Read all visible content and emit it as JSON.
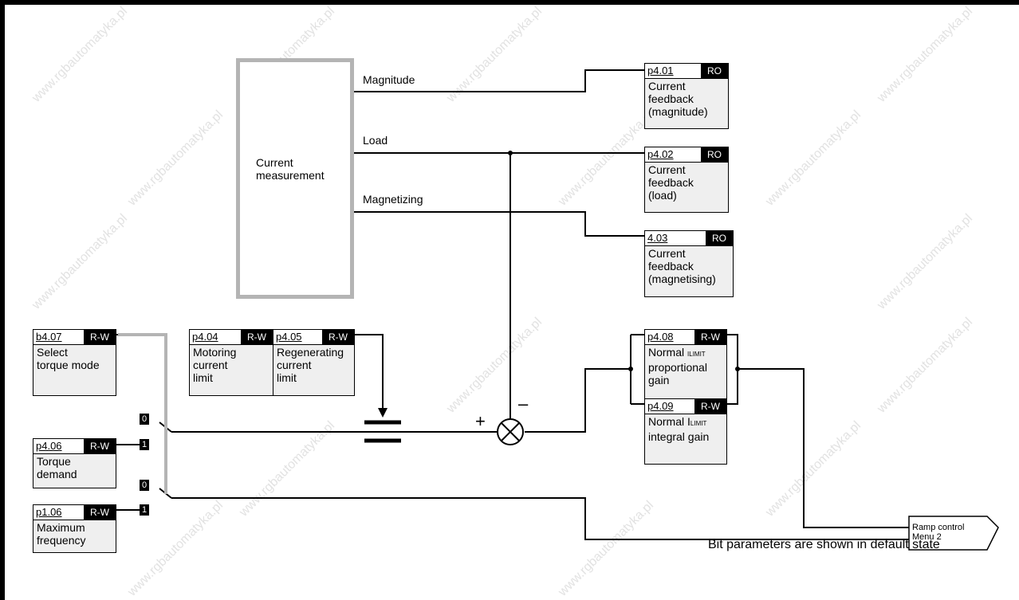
{
  "current_measurement": {
    "line1": "Current",
    "line2": "measurement"
  },
  "outputs": {
    "magnitude": "Magnitude",
    "load": "Load",
    "magnetizing": "Magnetizing"
  },
  "params": {
    "p401": {
      "id": "p4.01",
      "access": "RO",
      "desc": [
        "Current",
        "feedback",
        "(magnitude)"
      ]
    },
    "p402": {
      "id": "p4.02",
      "access": "RO",
      "desc": [
        "Current",
        "feedback",
        "(load)"
      ]
    },
    "p403": {
      "id": "4.03",
      "access": "RO",
      "desc": [
        "Current",
        "feedback",
        "(magnetising)"
      ]
    },
    "b407": {
      "id": "b4.07",
      "access": "R-W",
      "desc": [
        "Select",
        "torque mode"
      ]
    },
    "p404": {
      "id": "p4.04",
      "access": "R-W",
      "desc": [
        "Motoring",
        "current",
        "limit"
      ]
    },
    "p405": {
      "id": "p4.05",
      "access": "R-W",
      "desc": [
        "Regenerating",
        "current",
        "limit"
      ]
    },
    "p406": {
      "id": "p4.06",
      "access": "R-W",
      "desc": [
        "Torque",
        "demand"
      ]
    },
    "p106": {
      "id": "p1.06",
      "access": "R-W",
      "desc": [
        "Maximum",
        "frequency"
      ]
    },
    "p408": {
      "id": "p4.08",
      "access": "R-W",
      "desc1_pre": "Normal ",
      "desc1_sub": "ILIMIT",
      "desc": [
        "proportional",
        "gain"
      ]
    },
    "p409": {
      "id": "p4.09",
      "access": "R-W",
      "desc1_pre": "Normal I",
      "desc1_sub": "LIMIT",
      "desc": [
        "integral gain"
      ]
    }
  },
  "switch": {
    "zero": "0",
    "one": "1"
  },
  "summer": {
    "plus": "+",
    "minus": "–"
  },
  "ramp": {
    "line1": "Ramp control",
    "line2": "Menu 2"
  },
  "footnote": "Bit parameters are shown in default state",
  "watermark": "www.rgbautomatyka.pl",
  "colors": {
    "line": "#000000",
    "box_fill": "#efefef",
    "header_fill": "#000000",
    "bit_line": "#b4b4b4"
  }
}
